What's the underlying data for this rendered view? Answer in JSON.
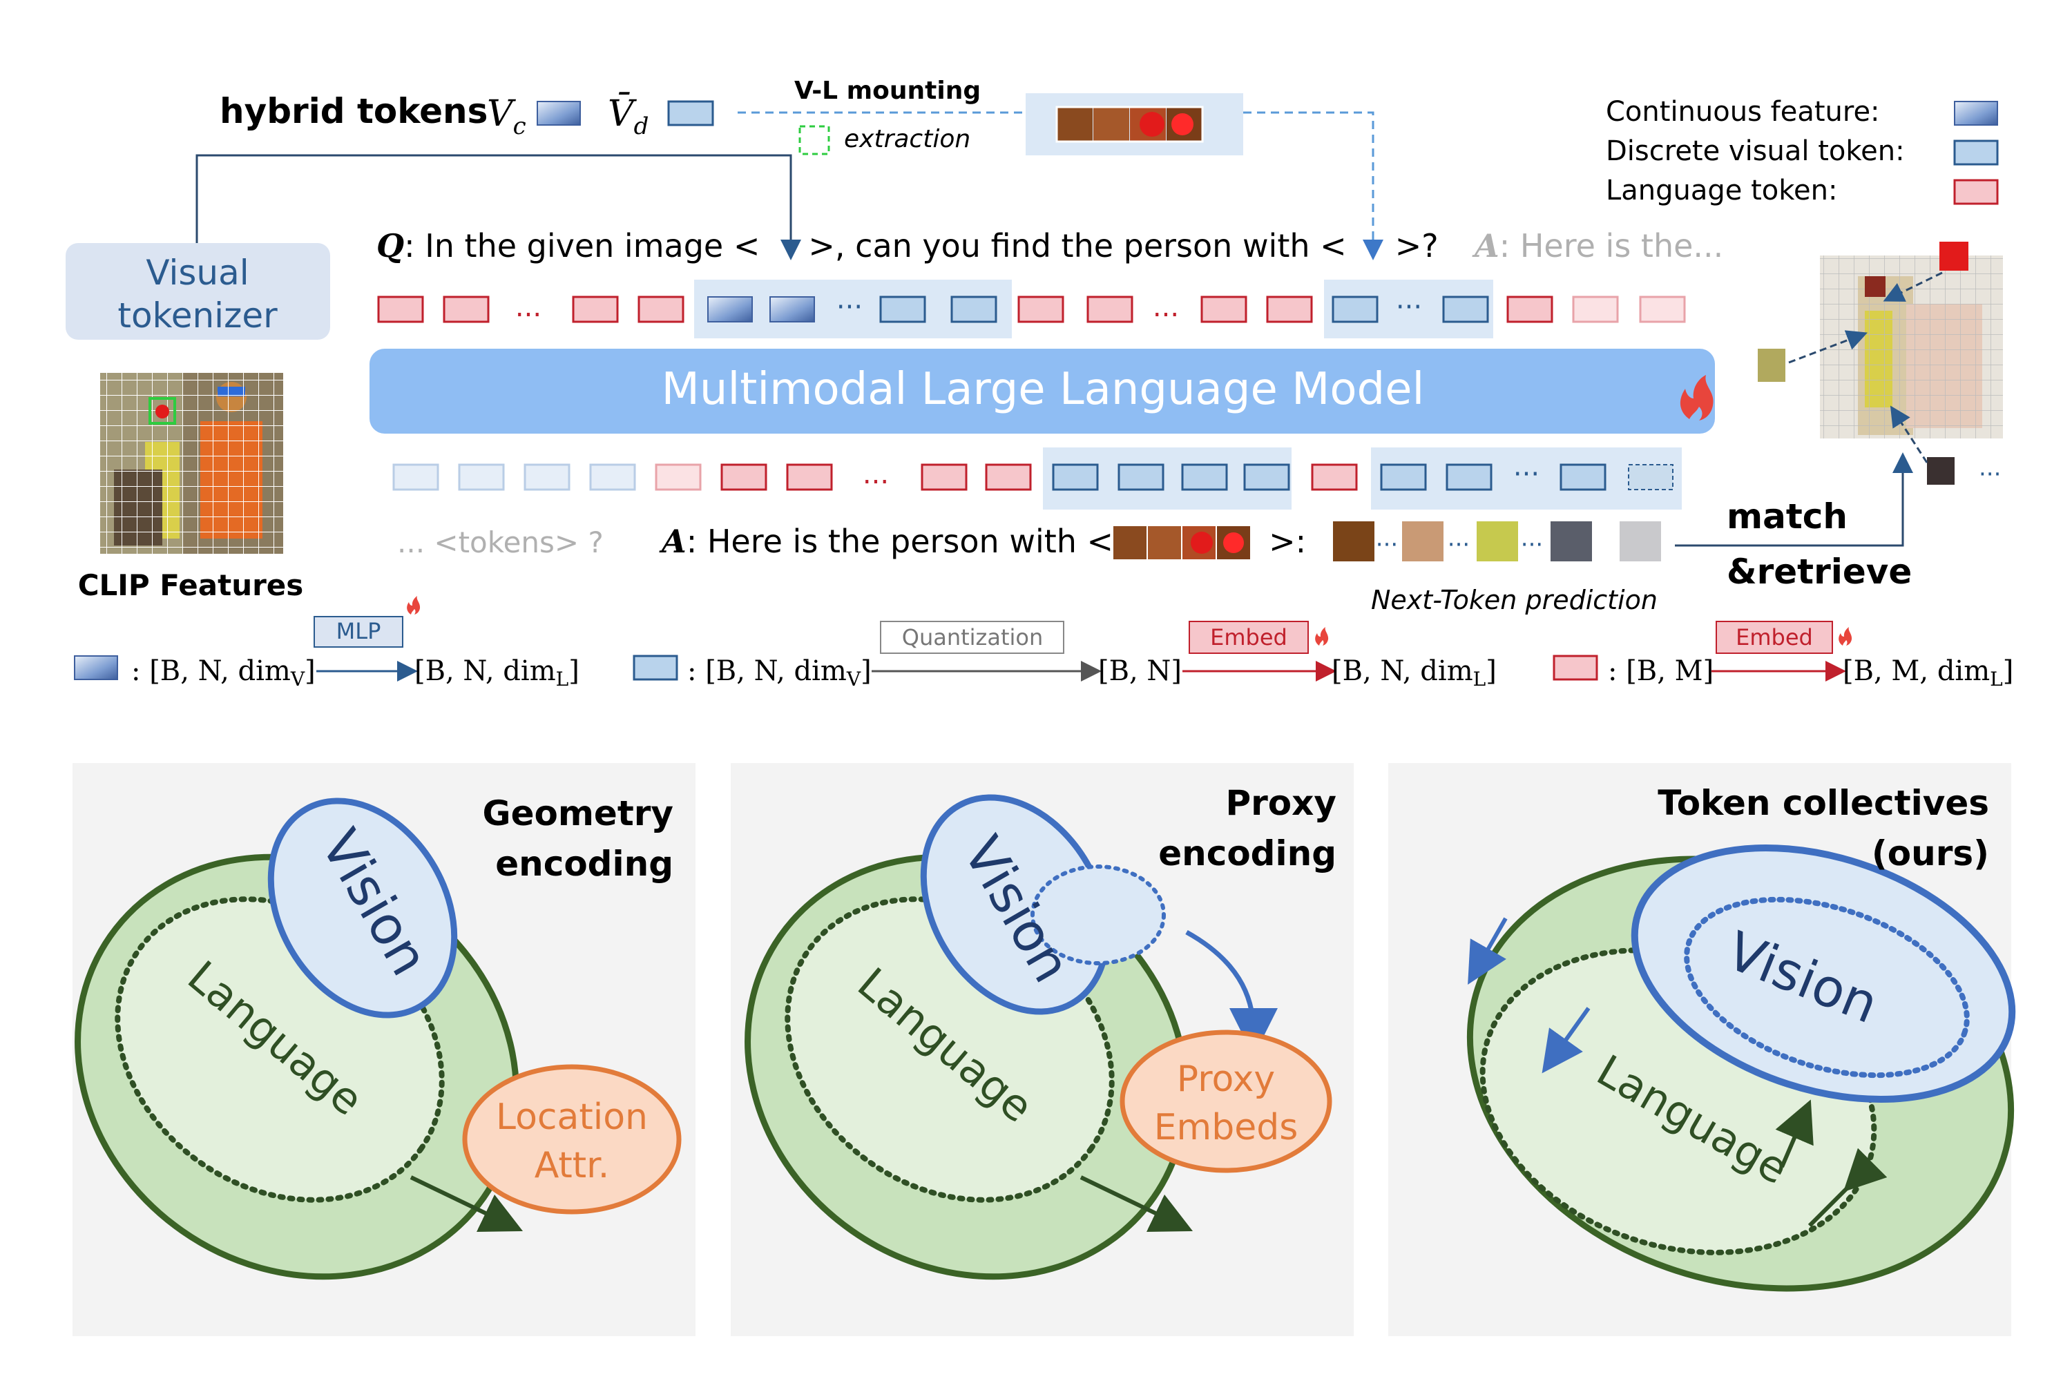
{
  "top": {
    "hybrid_tokens_label": "hybrid tokens",
    "vc_label": "V",
    "vc_sub": "c",
    "vd_label": "V̄",
    "vd_sub": "d",
    "vl_mounting_label": "V-L mounting",
    "extraction_label": "extraction",
    "visual_tokenizer_line1": "Visual",
    "visual_tokenizer_line2": "tokenizer",
    "clip_features_label": "CLIP Features",
    "q_label": "Q",
    "question_part1": ":  In the given image <",
    "question_part2": ">, can you find the person with <",
    "question_part3": ">?",
    "a_label_faded": "A",
    "answer_faded": ":  Here is the...",
    "mllm_label": "Multimodal Large Language Model",
    "tokens_faded": "...  <tokens> ?",
    "a_label": "A",
    "answer_text": ":  Here is the person with <",
    "answer_close": ">:",
    "next_token_label": "Next-Token prediction",
    "match_label": "match",
    "retrieve_label": "&retrieve",
    "ellipsis": "...",
    "dots": "···"
  },
  "legend": {
    "continuous_label": "Continuous feature:",
    "discrete_label": "Discrete visual token:",
    "language_label": "Language token:"
  },
  "formulas": {
    "mlp_label": "MLP",
    "quantization_label": "Quantization",
    "embed_label": "Embed",
    "f1_in": ": [B, N, dim",
    "f1_in_sub": "V",
    "f1_out": "[B, N, dim",
    "f1_out_sub": "L",
    "f2_in": ": [B, N, dim",
    "f2_in_sub": "V",
    "f2_mid": "[B, N]",
    "f2_out": "[B, N, dim",
    "f2_out_sub": "L",
    "f3_in": ": [B, M]",
    "f3_out": "[B, M, dim",
    "f3_out_sub": "L",
    "bracket_close": "]"
  },
  "panels": [
    {
      "title_line1": "Geometry",
      "title_line2": "encoding",
      "vision": "Vision",
      "language": "Language",
      "extra_line1": "Location",
      "extra_line2": "Attr."
    },
    {
      "title_line1": "Proxy",
      "title_line2": "encoding",
      "vision": "Vision",
      "language": "Language",
      "extra_line1": "Proxy",
      "extra_line2": "Embeds"
    },
    {
      "title_line1": "Token collectives",
      "title_line2": "(ours)",
      "vision": "Vision",
      "language": "Language"
    }
  ],
  "colors": {
    "continuous": "#5a7fc0",
    "discrete_fill": "#b9d3ec",
    "discrete_stroke": "#2b5b8f",
    "language_fill": "#f6c6cb",
    "language_stroke": "#c0202c",
    "mllm_fill": "#8fbdf3",
    "panel_bg": "#f3f3f3",
    "vision_fill": "#dbe8f6",
    "vision_stroke": "#3f6fc1",
    "language_ellipse": "#c8e2bc",
    "language_stroke_green": "#3b6326",
    "orange_fill": "#fbd9c4",
    "orange_stroke": "#e27b3a"
  }
}
